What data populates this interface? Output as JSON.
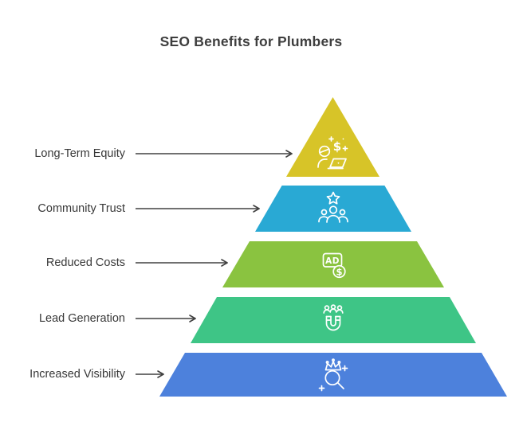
{
  "title": "SEO Benefits for Plumbers",
  "pyramid": {
    "levels": [
      {
        "label": "Long-Term Equity",
        "color": "#d7c428",
        "icon": "person-laptop-dollar-icon"
      },
      {
        "label": "Community Trust",
        "color": "#29a9d4",
        "icon": "star-community-icon"
      },
      {
        "label": "Reduced Costs",
        "color": "#8ac340",
        "icon": "ad-dollar-icon"
      },
      {
        "label": "Lead Generation",
        "color": "#3ec586",
        "icon": "magnet-leads-icon"
      },
      {
        "label": "Increased Visibility",
        "color": "#4d81dc",
        "icon": "crown-search-icon"
      }
    ]
  },
  "icon_text": {
    "dollar": "$",
    "ad": "AD"
  },
  "style": {
    "background": "#ffffff",
    "title_color": "#3e3e3e",
    "label_color": "#383838",
    "arrow_color": "#404040",
    "icon_stroke": "#ffffff"
  }
}
